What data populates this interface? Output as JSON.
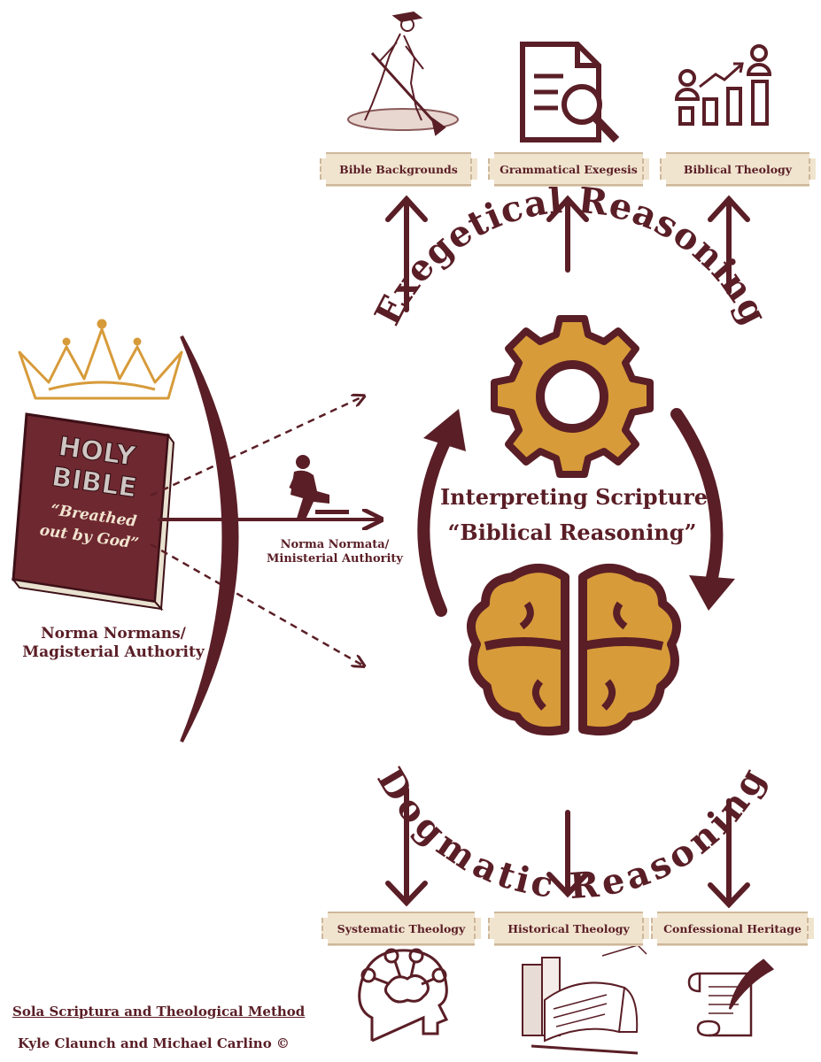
{
  "banners": {
    "bible_backgrounds": "Bible Backgrounds",
    "grammatical_exegesis": "Grammatical Exegesis",
    "biblical_theology": "Biblical Theology",
    "systematic_theology": "Systematic Theology",
    "historical_theology": "Historical Theology",
    "confessional_heritage": "Confessional Heritage"
  },
  "arc_titles": {
    "exegetical": "Exegetical Reasoning",
    "dogmatic": "Dogmatic Reasoning"
  },
  "center": {
    "line1": "Interpreting Scripture",
    "line2": "“Biblical Reasoning”"
  },
  "bible": {
    "word1": "HOLY",
    "word2": "BIBLE",
    "quote1": "“Breathed",
    "quote2": "out by God”"
  },
  "labels": {
    "norma_normata_1": "Norma Normata/",
    "norma_normata_2": "Ministerial Authority",
    "norma_normans_1": "Norma Normans/",
    "norma_normans_2": "Magisterial Authority"
  },
  "footer": {
    "title": "Sola Scriptura and Theological Method",
    "credit": "Kyle Claunch and Michael Carlino ©"
  },
  "colors": {
    "maroon": "#5a1e26",
    "gold": "#d79b3a",
    "parchment": "#f1e4cf"
  }
}
